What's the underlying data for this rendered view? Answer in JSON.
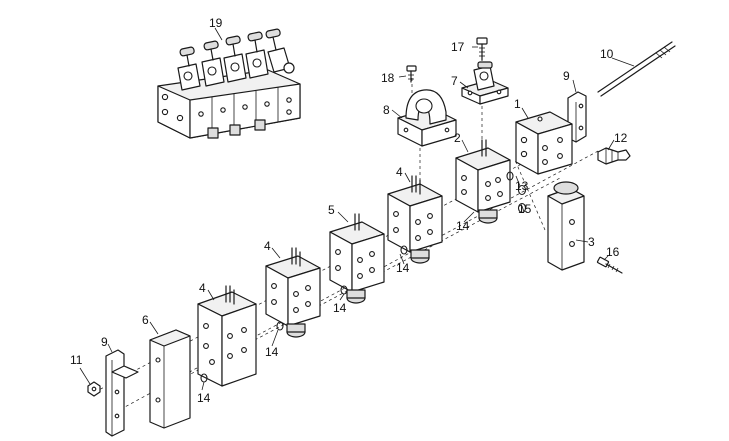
{
  "labels": {
    "l19": "19",
    "l17": "17",
    "l10": "10",
    "l18": "18",
    "l7": "7",
    "l9a": "9",
    "l8": "8",
    "l1": "1",
    "l12": "12",
    "l2": "2",
    "l4a": "4",
    "l13": "13",
    "l15": "15",
    "l14a": "14",
    "l5": "5",
    "l3": "3",
    "l4b": "4",
    "l14b": "14",
    "l16": "16",
    "l14c": "14",
    "l4c": "4",
    "l6": "6",
    "l14d": "14",
    "l9b": "9",
    "l11": "11",
    "l14e": "14"
  }
}
